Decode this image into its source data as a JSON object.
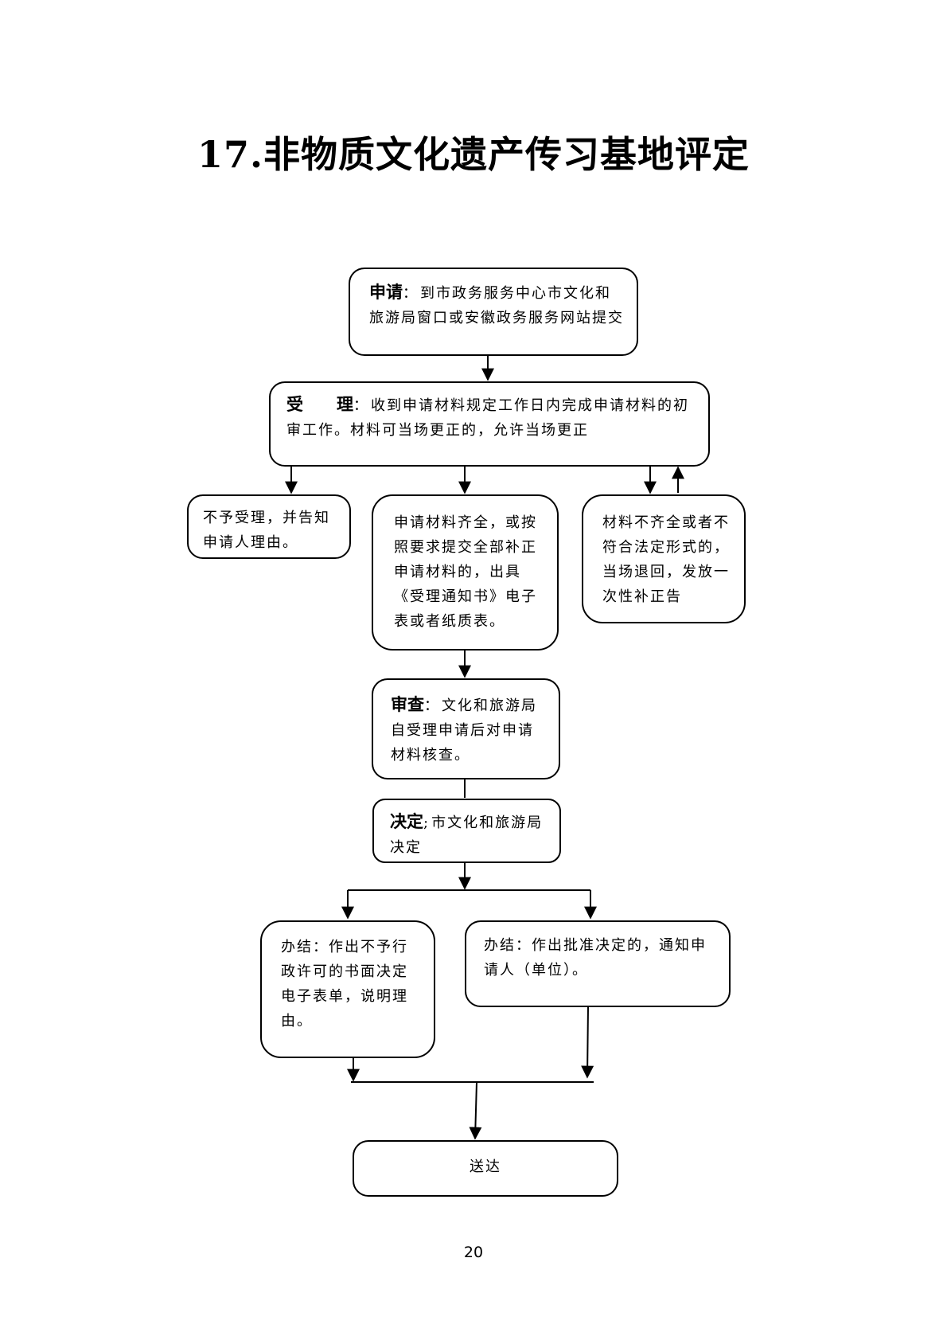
{
  "title": "17.非物质文化遗产传习基地评定",
  "page_number": "20",
  "nodes": {
    "apply": {
      "label": "申请",
      "sep": "：",
      "text": "到市政务服务中心市文化和旅游局窗口或安徽政务服务网站提交"
    },
    "accept": {
      "label": "受　　理",
      "sep": "：",
      "text": "收到申请材料规定工作日内完成申请材料的初审工作。材料可当场更正的，允许当场更正"
    },
    "reject": {
      "text": "不予受理，并告知申请人理由。"
    },
    "complete": {
      "text": "申请材料齐全，或按照要求提交全部补正申请材料的，出具《受理通知书》电子表或者纸质表。"
    },
    "incomplete": {
      "text": "材料不齐全或者不符合法定形式的，当场退回，发放一次性补正告"
    },
    "review": {
      "label": "审查",
      "sep": "：",
      "text": "文化和旅游局自受理申请后对申请材料核查。"
    },
    "decide": {
      "label": "决定",
      "sep": ";",
      "text": "市文化和旅游局决定"
    },
    "deny": {
      "text": "办结：作出不予行政许可的书面决定电子表单，说明理由。"
    },
    "approve": {
      "text": "办结：作出批准决定的，通知申请人（单位）。"
    },
    "deliver": {
      "text": "送达"
    }
  }
}
